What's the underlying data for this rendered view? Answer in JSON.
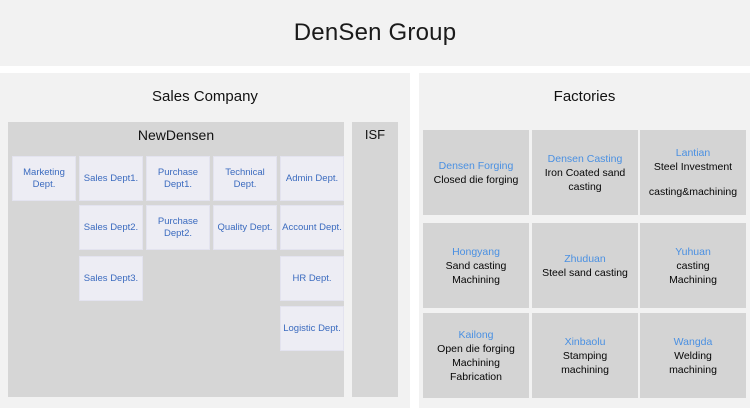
{
  "header": {
    "title": "DenSen Group"
  },
  "sales_company": {
    "section_title": "Sales Company",
    "newdensen": {
      "label": "NewDensen",
      "departments": [
        {
          "label": "Marketing Dept.",
          "row": 0,
          "col": 0
        },
        {
          "label": "Sales Dept1.",
          "row": 0,
          "col": 1
        },
        {
          "label": "Purchase Dept1.",
          "row": 0,
          "col": 2
        },
        {
          "label": "Technical Dept.",
          "row": 0,
          "col": 3
        },
        {
          "label": "Admin Dept.",
          "row": 0,
          "col": 4
        },
        {
          "label": "Sales Dept2.",
          "row": 1,
          "col": 1
        },
        {
          "label": "Purchase Dept2.",
          "row": 1,
          "col": 2
        },
        {
          "label": "Quality Dept.",
          "row": 1,
          "col": 3
        },
        {
          "label": "Account Dept.",
          "row": 1,
          "col": 4
        },
        {
          "label": "Sales Dept3.",
          "row": 2,
          "col": 1
        },
        {
          "label": "HR Dept.",
          "row": 2,
          "col": 4
        },
        {
          "label": "Logistic Dept.",
          "row": 3,
          "col": 4
        }
      ]
    },
    "isf": {
      "label": "ISF"
    }
  },
  "factories": {
    "section_title": "Factories",
    "items": [
      {
        "name": "Densen Forging",
        "lines": [
          "Closed die forging"
        ],
        "row": 0,
        "col": 0
      },
      {
        "name": "Densen Casting",
        "lines": [
          "Iron Coated sand",
          "casting"
        ],
        "row": 0,
        "col": 1
      },
      {
        "name": "Lantian",
        "lines": [
          "Steel Investment",
          "",
          "casting&machining"
        ],
        "row": 0,
        "col": 2
      },
      {
        "name": "Hongyang",
        "lines": [
          "Sand casting",
          "Machining"
        ],
        "row": 1,
        "col": 0
      },
      {
        "name": "Zhuduan",
        "lines": [
          "Steel sand casting"
        ],
        "row": 1,
        "col": 1
      },
      {
        "name": "Yuhuan",
        "lines": [
          "casting",
          "Machining"
        ],
        "row": 1,
        "col": 2
      },
      {
        "name": "Kailong",
        "lines": [
          "Open die forging",
          "Machining",
          "Fabrication"
        ],
        "row": 2,
        "col": 0
      },
      {
        "name": "Xinbaolu",
        "lines": [
          "Stamping",
          "machining"
        ],
        "row": 2,
        "col": 1
      },
      {
        "name": "Wangda",
        "lines": [
          "Welding",
          "machining"
        ],
        "row": 2,
        "col": 2
      }
    ]
  },
  "colors": {
    "panel_background": "#f2f2f2",
    "box_gray": "#d6d6d6",
    "factory_gray": "#d4d4d4",
    "dept_fill": "#ededf4",
    "dept_text": "#3b6bbf",
    "factory_name_text": "#4a90e2",
    "body_text": "#111111"
  }
}
